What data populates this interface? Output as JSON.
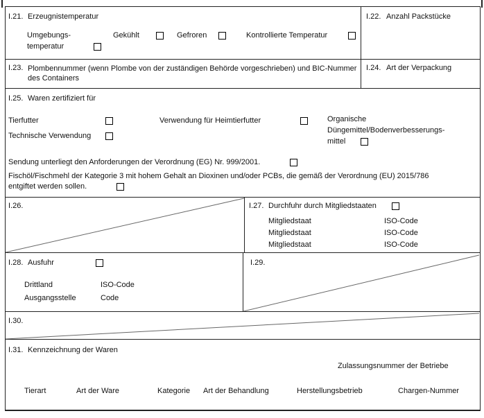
{
  "colors": {
    "border": "#222222",
    "text": "#111111",
    "background": "#ffffff",
    "diagonal": "#666666"
  },
  "i21": {
    "num": "I.21.",
    "title": "Erzeugnistemperatur",
    "opt_ambient_line1": "Umgebungs-",
    "opt_ambient_line2": "temperatur",
    "opt_chilled": "Gekühlt",
    "opt_frozen": "Gefroren",
    "opt_controlled": "Kontrollierte Temperatur"
  },
  "i22": {
    "num": "I.22.",
    "title": "Anzahl Packstücke"
  },
  "i23": {
    "num": "I.23.",
    "title": "Plombennummer (wenn Plombe von der zuständigen Behörde vorgeschrieben) und BIC-Nummer des Containers"
  },
  "i24": {
    "num": "I.24.",
    "title": "Art der Verpackung"
  },
  "i25": {
    "num": "I.25.",
    "title": "Waren zertifiziert für",
    "opt_feed": "Tierfutter",
    "opt_technical": "Technische Verwendung",
    "opt_petfood": "Verwendung für Heimtierfutter",
    "opt_organic_line1": "Organische",
    "opt_organic_line2": "Düngemittel/Bodenverbesserungs-",
    "opt_organic_line3": "mittel",
    "note_regulation": "Sendung unterliegt den Anforderungen der Verordnung (EG) Nr. 999/2001.",
    "note_fish_line1": "Fischöl/Fischmehl der Kategorie 3 mit hohem Gehalt an Dioxinen und/oder PCBs, die gemäß der Verordnung (EU) 2015/786",
    "note_fish_line2": "entgiftet werden sollen."
  },
  "i26": {
    "num": "I.26."
  },
  "i27": {
    "num": "I.27.",
    "title": "Durchfuhr durch Mitgliedstaaten",
    "member_state": "Mitgliedstaat",
    "iso_code": "ISO-Code"
  },
  "i28": {
    "num": "I.28.",
    "title": "Ausfuhr",
    "third_country": "Drittland",
    "iso_code": "ISO-Code",
    "exit_point": "Ausgangsstelle",
    "code": "Code"
  },
  "i29": {
    "num": "I.29."
  },
  "i30": {
    "num": "I.30."
  },
  "i31": {
    "num": "I.31.",
    "title": "Kennzeichnung der Waren",
    "approval_number": "Zulassungsnummer der Betriebe",
    "columns": [
      "Tierart",
      "Art der Ware",
      "Kategorie",
      "Art der Behandlung",
      "Herstellungsbetrieb",
      "Chargen-Nummer"
    ]
  }
}
